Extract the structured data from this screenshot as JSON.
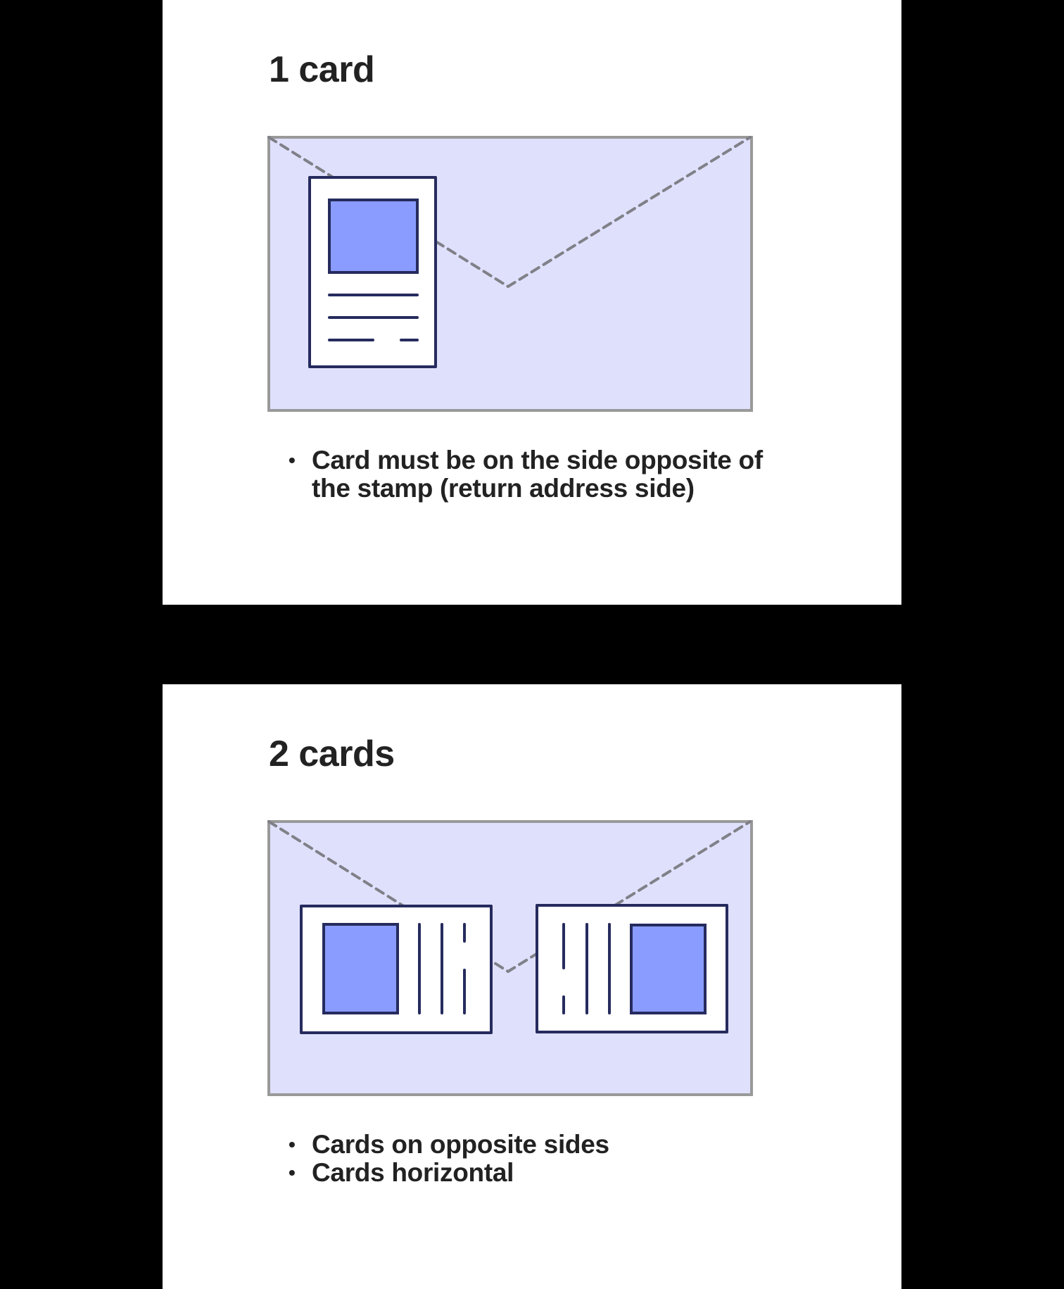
{
  "colors": {
    "background": "#000000",
    "panel": "#ffffff",
    "text": "#222222",
    "envelope_fill": "#dfe0fc",
    "envelope_border": "#999999",
    "fold_line": "#808088",
    "card_stroke": "#262b5e",
    "card_fill": "#ffffff",
    "image_fill": "#8a9cff"
  },
  "sections": [
    {
      "title": "1 card",
      "illustration": "envelope-with-one-vertical-card",
      "notes": [
        {
          "bullet": "•",
          "text": "Card must be on the side opposite of"
        },
        {
          "bullet": "",
          "text": "the stamp (return address side)"
        }
      ]
    },
    {
      "title": "2 cards",
      "illustration": "envelope-with-two-horizontal-cards",
      "notes": [
        {
          "bullet": "•",
          "text": "Cards on opposite sides"
        },
        {
          "bullet": "•",
          "text": "Cards horizontal"
        }
      ]
    }
  ]
}
